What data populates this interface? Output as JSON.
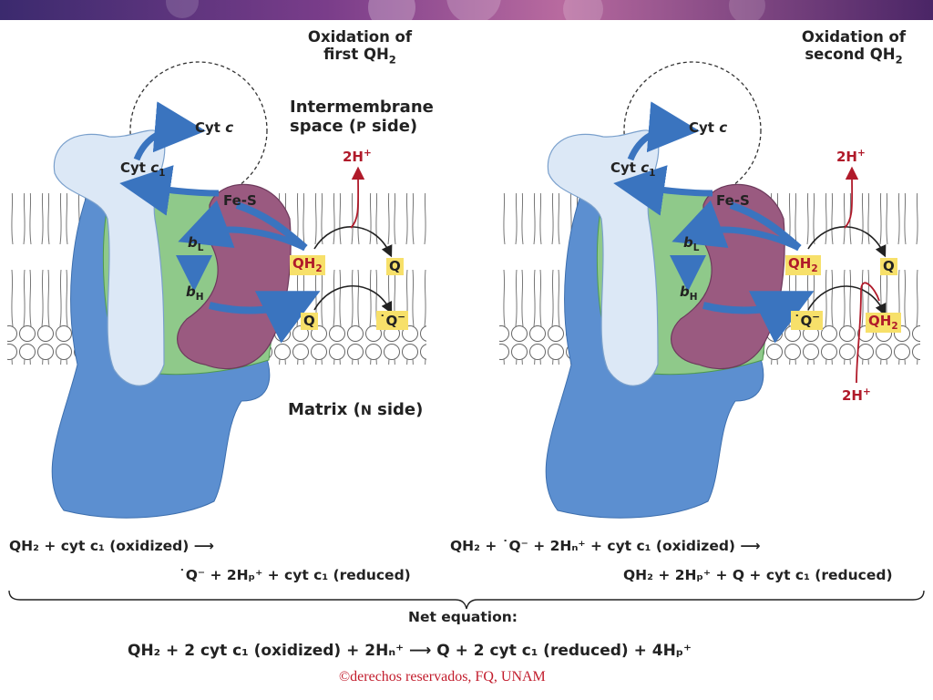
{
  "panels": {
    "left": {
      "title_line1": "Oxidation of",
      "title_line2": "first QH",
      "title_sub": "2",
      "cyt_c": "Cyt",
      "cyt_c_italic": "c",
      "cyt_c1": "Cyt",
      "cyt_c1_italic": "c",
      "cyt_c1_sub": "1",
      "fes": "Fe-S",
      "bl": "b",
      "bl_sub": "L",
      "bh": "b",
      "bh_sub": "H",
      "proton_top": "2H",
      "proton_sup": "+",
      "qh2_box": "QH",
      "qh2_sub": "2",
      "q_top": "Q",
      "q_bottom": "Q",
      "semi_q": "˙Q",
      "semi_sup": "−"
    },
    "right": {
      "title_line1": "Oxidation of",
      "title_line2": "second QH",
      "title_sub": "2",
      "cyt_c": "Cyt",
      "cyt_c_italic": "c",
      "cyt_c1": "Cyt",
      "cyt_c1_italic": "c",
      "cyt_c1_sub": "1",
      "fes": "Fe-S",
      "bl": "b",
      "bl_sub": "L",
      "bh": "b",
      "bh_sub": "H",
      "proton_top": "2H",
      "proton_bottom": "2H",
      "proton_sup": "+",
      "qh2_box": "QH",
      "qh2_sub": "2",
      "q_top": "Q",
      "semi_q": "˙Q",
      "semi_sup": "−",
      "qh2_red": "QH",
      "qh2_red_sub": "2"
    }
  },
  "sides": {
    "intermembrane_line1": "Intermembrane",
    "intermembrane_line2": "space (",
    "p": "P",
    "intermembrane_end": " side)",
    "matrix": "Matrix (",
    "n": "N",
    "matrix_end": " side)"
  },
  "equations": {
    "left_line1": "QH₂  +  cyt c₁ (oxidized)   ⟶",
    "left_line2": "˙Q⁻   +  2Hₚ⁺  +  cyt c₁ (reduced)",
    "right_line1": "QH₂  + ˙Q⁻   +  2Hₙ⁺  +  cyt c₁ (oxidized)   ⟶",
    "right_line2": "QH₂  +  2Hₚ⁺  +  Q  +  cyt c₁ (reduced)",
    "net_label": "Net equation:",
    "net": "QH₂  +  2 cyt c₁ (oxidized)  +  2Hₙ⁺     ⟶     Q  +  2 cyt c₁ (reduced)  +  4Hₚ⁺"
  },
  "footer": {
    "copyright": "©derechos reservados, FQ, UNAM"
  },
  "colors": {
    "complex_blue": "#5c8fd0",
    "cyt_c1_light": "#dce8f6",
    "fes_purple": "#9a5a80",
    "green_region": "#8fc98a",
    "proton_red": "#b01a2a",
    "arrow_blue": "#3a74bf",
    "quinone_box": "#f7e06a",
    "banner_purple": "#5a2a6a"
  },
  "icons": {
    "membrane": "lipid-bilayer-icon",
    "arrow": "curved-arrow-icon"
  }
}
